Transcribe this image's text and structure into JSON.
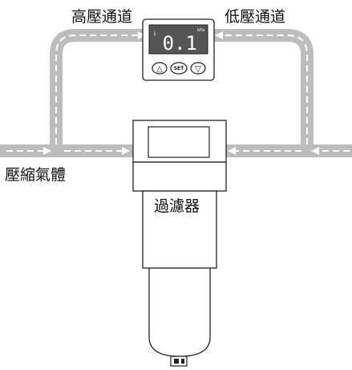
{
  "labels": {
    "high_pressure": "高壓通道",
    "low_pressure": "低壓通道",
    "compressed_gas": "壓縮氣體",
    "filter": "過濾器"
  },
  "gauge": {
    "reading": "0.1",
    "unit": "kPa",
    "indicator": "1",
    "buttons": {
      "up_symbol": "△",
      "set_label": "SET",
      "down_symbol": "▽"
    }
  },
  "colors": {
    "pipe": "#bdbdbd",
    "flow_dash": "#ffffff",
    "outline": "#222222",
    "lcd_background": "#555555",
    "lcd_text": "#ffffff",
    "background": "#ffffff"
  }
}
